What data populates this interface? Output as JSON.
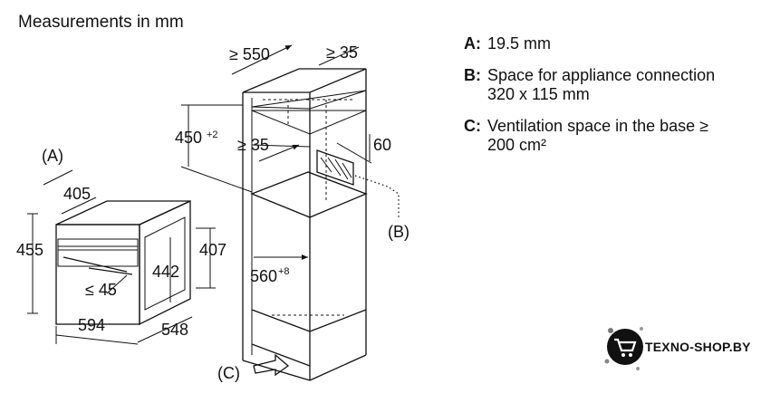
{
  "title": "Measurements in mm",
  "legend": [
    {
      "key": "A:",
      "text": "19.5 mm"
    },
    {
      "key": "B:",
      "text": "Space for appliance connection\n320 x 115 mm"
    },
    {
      "key": "C:",
      "text": "Ventilation space in the base ≥\n200 cm²"
    }
  ],
  "labels": {
    "niche_width": "≥ 550",
    "niche_rear_gap": "≥ 35",
    "niche_height": "450",
    "niche_height_tol": "+2",
    "inner_depth": "≥ 35",
    "vent_gap": "60",
    "label_a": "(A)",
    "label_b": "(B)",
    "label_c": "(C)",
    "panel_thickness": "405",
    "appliance_height": "455",
    "appliance_width": "594",
    "appliance_depth": "548",
    "inner_height": "442",
    "body_height": "407",
    "handle_clearance": "≤ 45",
    "cabinet_width": "560",
    "cabinet_width_tol": "+8"
  },
  "brand": {
    "text": "TEXNO-SHOP.BY",
    "icon": "cart-icon",
    "color": "#111111"
  }
}
